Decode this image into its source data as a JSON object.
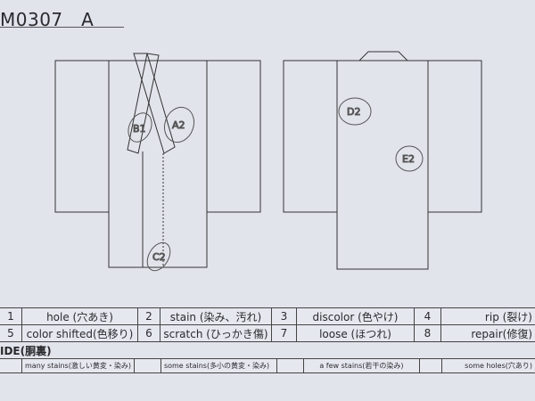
{
  "header": {
    "title": "M0307　A"
  },
  "marks": [
    {
      "label": "B1",
      "view": "front"
    },
    {
      "label": "A2",
      "view": "front"
    },
    {
      "label": "C2",
      "view": "front"
    },
    {
      "label": "D2",
      "view": "back"
    },
    {
      "label": "E2",
      "view": "back"
    }
  ],
  "legend": [
    {
      "num": "1",
      "label": "hole (穴あき)"
    },
    {
      "num": "2",
      "label": "stain (染み、汚れ)"
    },
    {
      "num": "3",
      "label": "discolor (色やけ)"
    },
    {
      "num": "4",
      "label": "rip (裂け)"
    },
    {
      "num": "5",
      "label": "color shifted(色移り)"
    },
    {
      "num": "6",
      "label": "scratch (ひっかき傷)"
    },
    {
      "num": "7",
      "label": "loose (ほつれ)"
    },
    {
      "num": "8",
      "label": "repair(修復)"
    }
  ],
  "inside": {
    "heading": "IDE(胴裏)",
    "options": [
      "many stains(激しい黄変・染み)",
      "some stains(多小の黄変・染み)",
      "a few stains(若干の染み)",
      "some holes(穴あり)"
    ]
  }
}
